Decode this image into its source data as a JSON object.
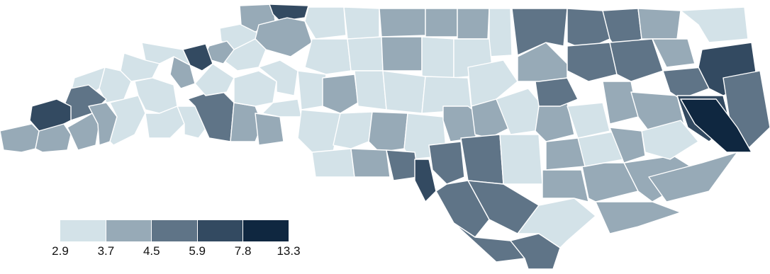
{
  "legend": {
    "bins": [
      {
        "from": "2.9",
        "to": "3.7",
        "color": "#d3e2e8"
      },
      {
        "from": "3.7",
        "to": "4.5",
        "color": "#97aab7"
      },
      {
        "from": "4.5",
        "to": "5.9",
        "color": "#5f7487"
      },
      {
        "from": "5.9",
        "to": "7.8",
        "color": "#334a61"
      },
      {
        "from": "7.8",
        "to": "13.3",
        "color": "#0f2740"
      }
    ],
    "labels": [
      "2.9",
      "3.7",
      "4.5",
      "5.9",
      "7.8",
      "13.3"
    ]
  },
  "map": {
    "stroke": "#ffffff",
    "background": "#ffffff"
  }
}
